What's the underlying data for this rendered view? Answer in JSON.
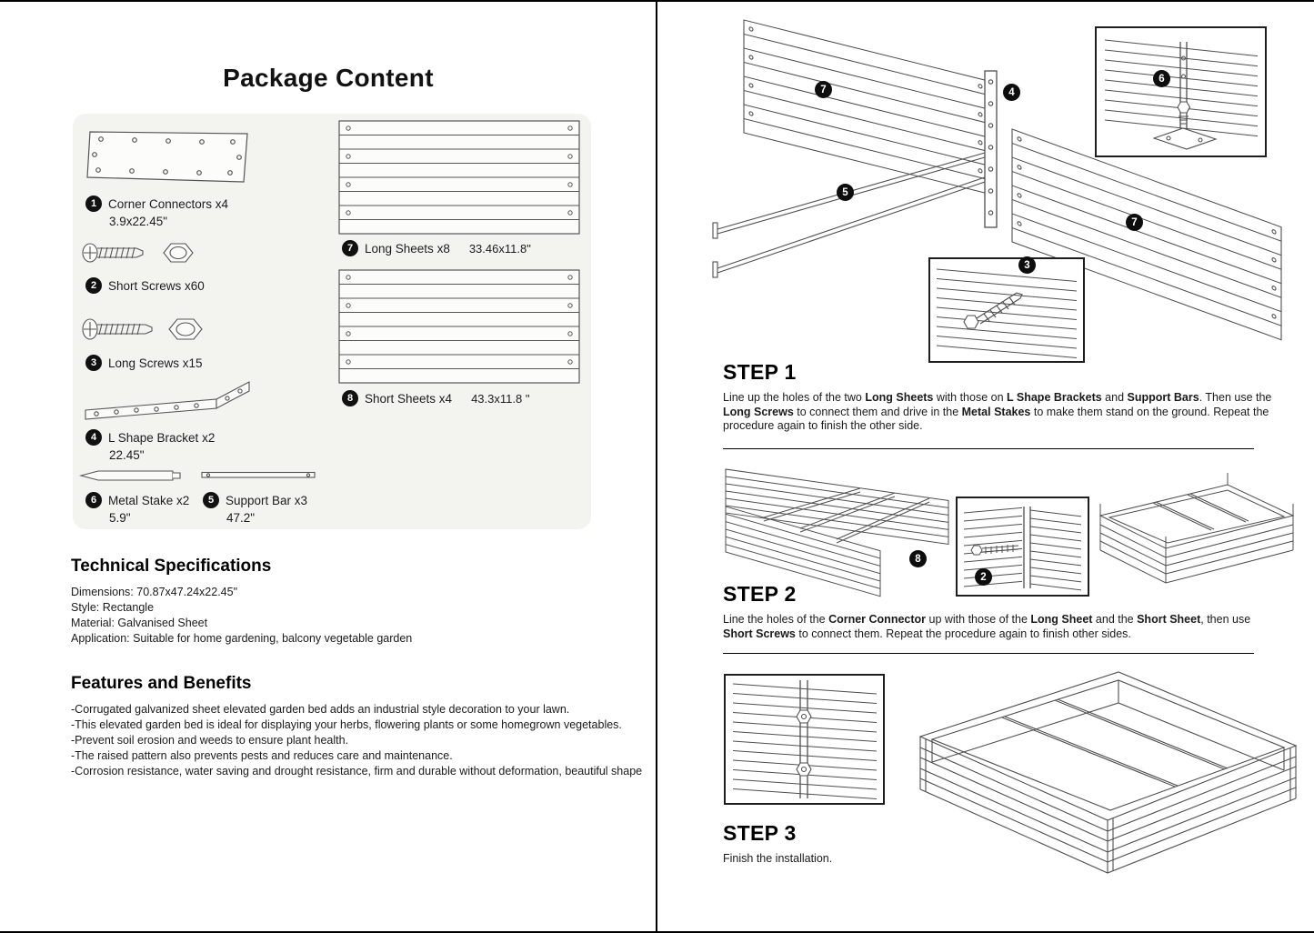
{
  "left": {
    "title": "Package Content",
    "parts": {
      "corner_connectors": {
        "num": "1",
        "label": "Corner Connectors x4",
        "size": "3.9x22.45\""
      },
      "short_screws": {
        "num": "2",
        "label": "Short Screws x60"
      },
      "long_screws": {
        "num": "3",
        "label": "Long Screws x15"
      },
      "l_bracket": {
        "num": "4",
        "label": "L Shape Bracket x2",
        "size": "22.45\""
      },
      "metal_stake": {
        "num": "6",
        "label": "Metal Stake x2",
        "size": "5.9\""
      },
      "support_bar": {
        "num": "5",
        "label": "Support Bar x3",
        "size": "47.2\""
      },
      "long_sheets": {
        "num": "7",
        "label": "Long Sheets x8",
        "size": "33.46x11.8\""
      },
      "short_sheets": {
        "num": "8",
        "label": "Short Sheets x4",
        "size": "43.3x11.8 \""
      }
    },
    "specs": {
      "title": "Technical Specifications",
      "lines": [
        "Dimensions:  70.87x47.24x22.45\"",
        "Style: Rectangle",
        "Material: Galvanised Sheet",
        "Application: Suitable for home gardening, balcony vegetable garden"
      ]
    },
    "features": {
      "title": "Features and Benefits",
      "lines": [
        "-Corrugated galvanized sheet elevated garden bed adds an industrial style decoration to your lawn.",
        "-This elevated garden bed is ideal for displaying your herbs, flowering plants or some homegrown vegetables.",
        "-Prevent soil erosion and weeds to ensure plant health.",
        "-The raised pattern also prevents pests and reduces care and maintenance.",
        "-Corrosion resistance, water saving and drought resistance, firm and durable without deformation, beautiful shape"
      ]
    }
  },
  "right": {
    "steps": [
      {
        "title": "STEP 1",
        "callouts": [
          "7",
          "4",
          "6",
          "5",
          "3",
          "7"
        ],
        "segments": [
          {
            "t": "Line up the holes of the two ",
            "b": false
          },
          {
            "t": "Long Sheets",
            "b": true
          },
          {
            "t": " with those on ",
            "b": false
          },
          {
            "t": "L Shape Brackets",
            "b": true
          },
          {
            "t": " and ",
            "b": false
          },
          {
            "t": "Support Bars",
            "b": true
          },
          {
            "t": ". Then use the ",
            "b": false
          },
          {
            "t": "Long Screws",
            "b": true
          },
          {
            "t": " to connect them and drive in the ",
            "b": false
          },
          {
            "t": "Metal Stakes",
            "b": true
          },
          {
            "t": " to make them stand on the ground. Repeat the procedure again to finish the other side.",
            "b": false
          }
        ]
      },
      {
        "title": "STEP 2",
        "callouts": [
          "8",
          "2"
        ],
        "segments": [
          {
            "t": "Line the holes of the ",
            "b": false
          },
          {
            "t": "Corner Connector",
            "b": true
          },
          {
            "t": " up with those of the ",
            "b": false
          },
          {
            "t": "Long Sheet",
            "b": true
          },
          {
            "t": " and the ",
            "b": false
          },
          {
            "t": "Short Sheet",
            "b": true
          },
          {
            "t": ", then use ",
            "b": false
          },
          {
            "t": "Short Screws",
            "b": true
          },
          {
            "t": " to connect them. Repeat the procedure again to finish other sides.",
            "b": false
          }
        ]
      },
      {
        "title": "STEP 3",
        "callouts": [],
        "segments": [
          {
            "t": "Finish the installation.",
            "b": false
          }
        ]
      }
    ]
  },
  "colors": {
    "line_art": "#4f4f4f",
    "badge_bg": "#111111",
    "parts_box_bg": "#f3f3ef",
    "divider": "#000000"
  }
}
